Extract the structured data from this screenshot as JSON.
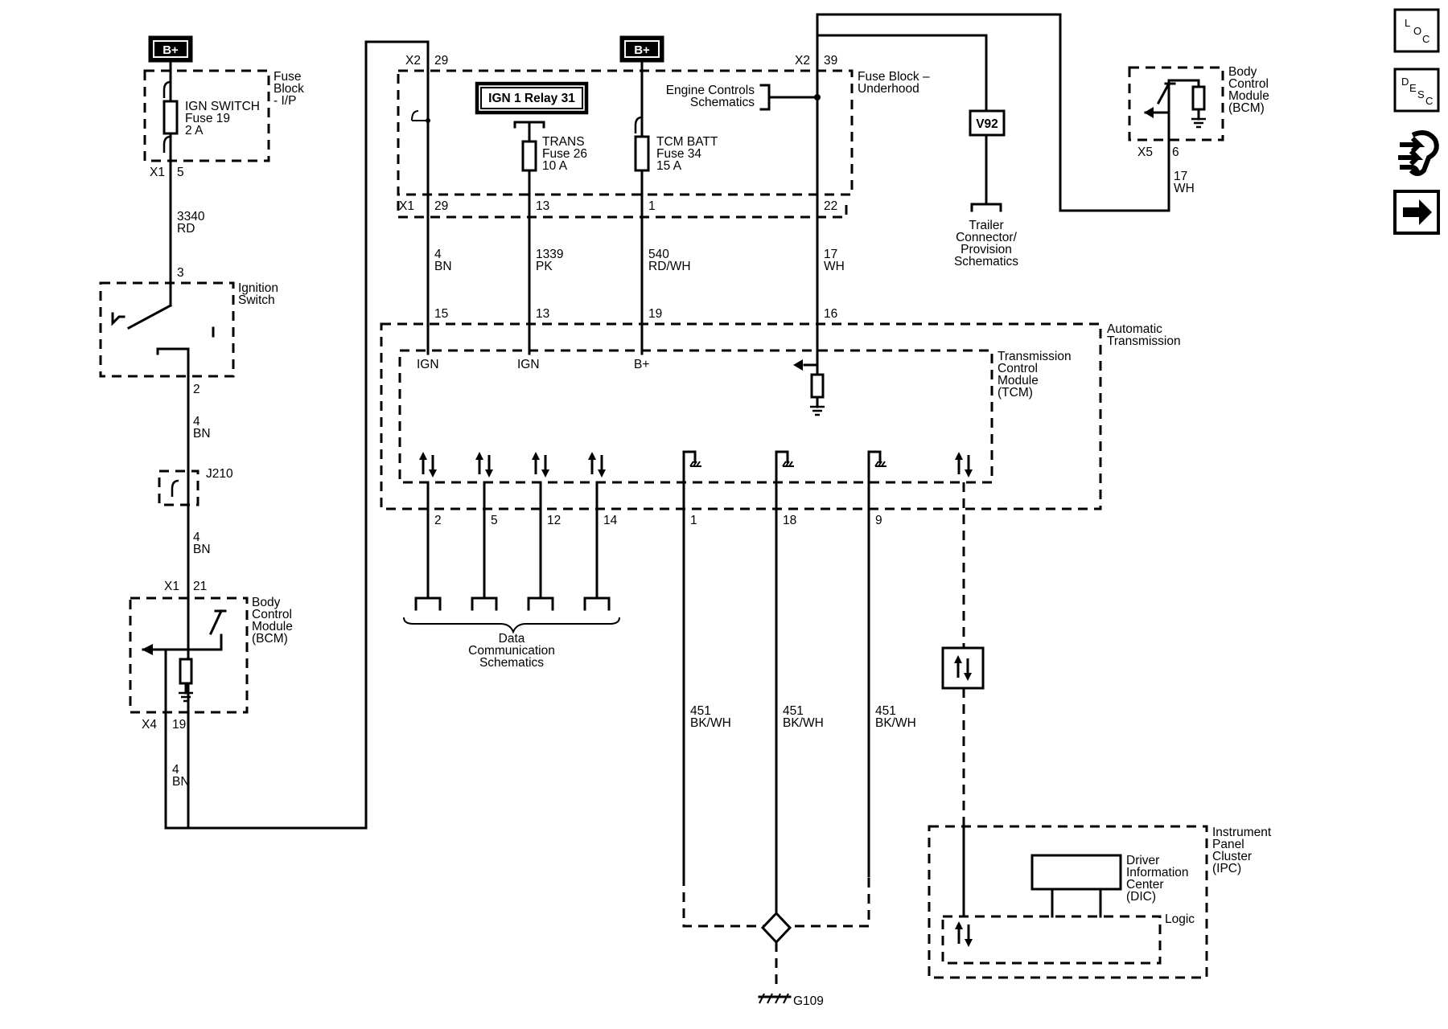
{
  "left": {
    "bplus": "B+",
    "fuse_block_ip": [
      "Fuse",
      "Block",
      "- I/P"
    ],
    "ign_switch_fuse": [
      "IGN SWITCH",
      "Fuse 19",
      "2 A"
    ],
    "x1": "X1",
    "pin5": "5",
    "wire_3340": [
      "3340",
      "RD"
    ],
    "pin3": "3",
    "ignition_switch": [
      "Ignition",
      "Switch"
    ],
    "pin2": "2",
    "wire_4bn_a": [
      "4",
      "BN"
    ],
    "j210": "J210",
    "wire_4bn_b": [
      "4",
      "BN"
    ],
    "x1b": "X1",
    "pin21": "21",
    "bcm": [
      "Body",
      "Control",
      "Module",
      "(BCM)"
    ],
    "x4": "X4",
    "pin19": "19",
    "wire_4bn_c": [
      "4",
      "BN"
    ]
  },
  "top": {
    "x2_left": "X2",
    "pin29": "29",
    "relay": "IGN 1 Relay 31",
    "bplus": "B+",
    "trans_fuse": [
      "TRANS",
      "Fuse 26",
      "10 A"
    ],
    "tcm_batt_fuse": [
      "TCM BATT",
      "Fuse 34",
      "15 A"
    ],
    "engine_controls": [
      "Engine Controls",
      "Schematics"
    ],
    "x2_right": "X2",
    "pin39": "39",
    "fuse_block_underhood": [
      "Fuse Block –",
      "Underhood"
    ],
    "x1": "X1",
    "bottom_pins": [
      "29",
      "13",
      "1",
      "22"
    ],
    "v92": "V92",
    "trailer": [
      "Trailer",
      "Connector/",
      "Provision",
      "Schematics"
    ],
    "bcm": [
      "Body",
      "Control",
      "Module",
      "(BCM)"
    ],
    "x5": "X5",
    "pin6": "6",
    "wire_17wh_top": [
      "17",
      "WH"
    ]
  },
  "wires_mid": [
    {
      "num": "4",
      "color": "BN",
      "pin": "15",
      "term": "IGN"
    },
    {
      "num": "1339",
      "color": "PK",
      "pin": "13",
      "term": "IGN"
    },
    {
      "num": "540",
      "color": "RD/WH",
      "pin": "19",
      "term": "B+"
    },
    {
      "num": "17",
      "color": "WH",
      "pin": "16"
    }
  ],
  "tcm": {
    "automatic_transmission": [
      "Automatic",
      "Transmission"
    ],
    "tcm": [
      "Transmission",
      "Control",
      "Module",
      "(TCM)"
    ],
    "data_pins": [
      "2",
      "5",
      "12",
      "14"
    ],
    "ground_pins": [
      "1",
      "18",
      "9"
    ],
    "data_comm": [
      "Data",
      "Communication",
      "Schematics"
    ]
  },
  "grounds": {
    "wires": [
      [
        "451",
        "BK/WH"
      ],
      [
        "451",
        "BK/WH"
      ],
      [
        "451",
        "BK/WH"
      ]
    ],
    "g109": "G109"
  },
  "ipc": {
    "ipc": [
      "Instrument",
      "Panel",
      "Cluster",
      "(IPC)"
    ],
    "dic": [
      "Driver",
      "Information",
      "Center",
      "(DIC)"
    ],
    "logic": "Logic"
  },
  "nav": {
    "loc": [
      "L",
      "O",
      "C"
    ],
    "desc": [
      "D",
      "E",
      "S",
      "C"
    ]
  }
}
